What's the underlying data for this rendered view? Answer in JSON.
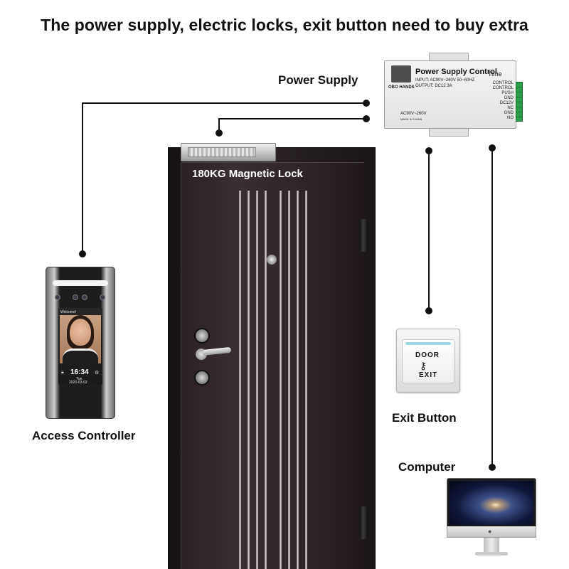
{
  "headline": "The power supply, electric locks, exit button need to buy extra",
  "labels": {
    "power_supply": "Power Supply",
    "magnetic_lock": "180KG Magnetic Lock",
    "access_controller": "Access Controller",
    "exit_button": "Exit Button",
    "computer": "Computer"
  },
  "power_supply_unit": {
    "title": "Power Supply Control",
    "brand": "OBO HANDS",
    "input": "INPUT: AC90V~260V 50~60HZ",
    "output": "OUTPUT: DC12 3A",
    "time": "Time",
    "ac_range": "AC90V~260V",
    "made_in": "MADE IN CHINA",
    "terminals": [
      "CONTROL",
      "CONTROL",
      "PUSH",
      "GND",
      "DC12V",
      "NC",
      "GND",
      "NO"
    ]
  },
  "access_device": {
    "greeting": "Welcome!",
    "clock": "16:34",
    "weekday": "Tue",
    "date": "2020-03-03"
  },
  "exit_plate": {
    "line1": "DOOR",
    "line2": "EXIT"
  },
  "colors": {
    "wire": "#111111",
    "door": "#2d2428",
    "terminal_green": "#2f9e4b",
    "exit_led": "#9ad8e8"
  },
  "icons": [
    "key-icon",
    "apple-logo-icon",
    "hand-logo-icon",
    "lock-icon",
    "settings-icon"
  ]
}
